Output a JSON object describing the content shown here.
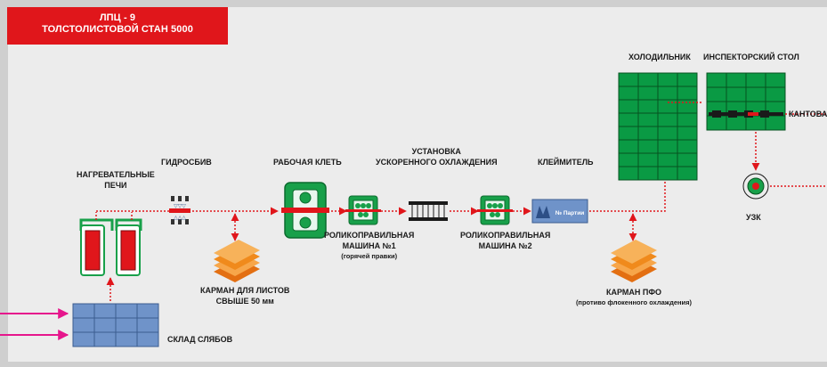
{
  "header": {
    "line1": "ЛПЦ - 9",
    "line2": "ТОЛСТОЛИСТОВОЙ СТАН 5000"
  },
  "labels": {
    "furnaces": [
      "НАГРЕВАТЕЛЬНЫЕ",
      "ПЕЧИ"
    ],
    "descaler": "ГИДРОСБИВ",
    "stand": "РАБОЧАЯ КЛЕТЬ",
    "cooling": [
      "УСТАНОВКА",
      "УСКОРЕННОГО ОХЛАЖДЕНИЯ"
    ],
    "marker": "КЛЕЙМИТЕЛЬ",
    "cooler": "ХОЛОДИЛЬНИК",
    "inspection": "ИНСПЕКТОРСКИЙ СТОЛ",
    "turner": "КАНТОВАТ",
    "leveler1": [
      "РОЛИКОПРАВИЛЬНАЯ",
      "МАШИНА №1"
    ],
    "leveler1_note": "(горячей правки)",
    "leveler2": [
      "РОЛИКОПРАВИЛЬНАЯ",
      "МАШИНА №2"
    ],
    "pocket_plates": [
      "КАРМАН ДЛЯ ЛИСТОВ",
      "СВЫШЕ 50 мм"
    ],
    "pocket_pfo": "КАРМАН ПФО",
    "pocket_pfo_note": "(противо флокенного охлаждения)",
    "uzk": "УЗК",
    "slab_store": "СКЛАД СЛЯБОВ",
    "marker_badge": "№ Партии"
  },
  "colors": {
    "header_bg": "#e0161b",
    "flow": "#e0161b",
    "equipment_green": "#18a04a",
    "grid_green": "#0a9a44",
    "slab_blue": "#6f93c9",
    "inflow": "#e6168c",
    "pocket_orange": "#f08a1c"
  }
}
